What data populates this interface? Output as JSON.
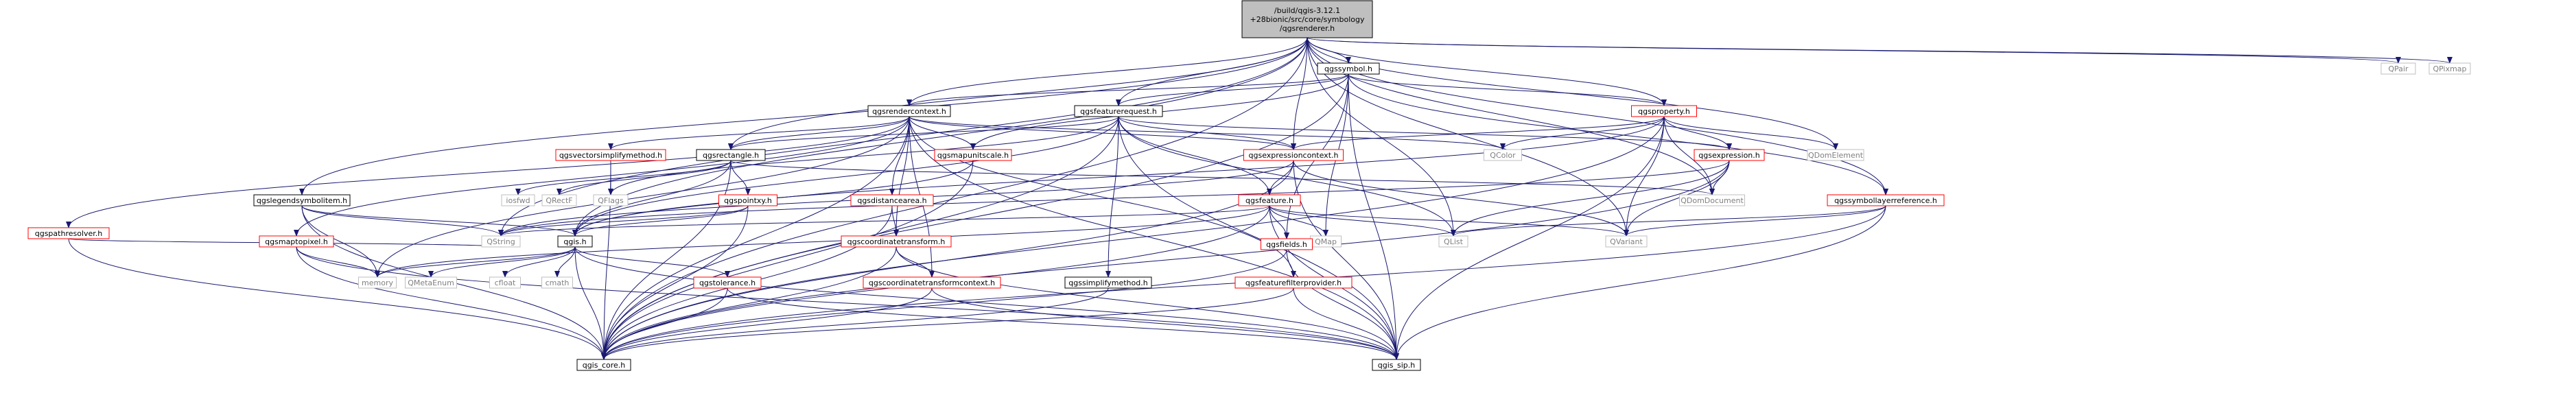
{
  "colors": {
    "edge": "#191970",
    "root_fill": "#bfbfbf",
    "normal_border": "#000000",
    "linked_border": "#ff0000",
    "external_border": "#bfbfbf",
    "external_text": "#808080",
    "text": "#000000"
  },
  "nodes": [
    {
      "id": "root",
      "lines": [
        "/build/qgis-3.12.1",
        "+28bionic/src/core/symbology",
        "/qgsrenderer.h"
      ],
      "kind": "root"
    },
    {
      "id": "qgssymbol",
      "lines": [
        "qgssymbol.h"
      ],
      "kind": "normal"
    },
    {
      "id": "qpair",
      "lines": [
        "QPair"
      ],
      "kind": "external"
    },
    {
      "id": "qpixmap",
      "lines": [
        "QPixmap"
      ],
      "kind": "external"
    },
    {
      "id": "qgsrendercontext",
      "lines": [
        "qgsrendercontext.h"
      ],
      "kind": "normal"
    },
    {
      "id": "qgsfeaturerequest",
      "lines": [
        "qgsfeaturerequest.h"
      ],
      "kind": "normal"
    },
    {
      "id": "qgsproperty",
      "lines": [
        "qgsproperty.h"
      ],
      "kind": "linked"
    },
    {
      "id": "qgsvectorsimplifymethod",
      "lines": [
        "qgsvectorsimplifymethod.h"
      ],
      "kind": "linked"
    },
    {
      "id": "qgsrectangle",
      "lines": [
        "qgsrectangle.h"
      ],
      "kind": "normal"
    },
    {
      "id": "qgsmapunitscale",
      "lines": [
        "qgsmapunitscale.h"
      ],
      "kind": "linked"
    },
    {
      "id": "qgsexpressioncontext",
      "lines": [
        "qgsexpressioncontext.h"
      ],
      "kind": "linked"
    },
    {
      "id": "qcolor",
      "lines": [
        "QColor"
      ],
      "kind": "external"
    },
    {
      "id": "qgsexpression",
      "lines": [
        "qgsexpression.h"
      ],
      "kind": "linked"
    },
    {
      "id": "qdomelement",
      "lines": [
        "QDomElement"
      ],
      "kind": "external"
    },
    {
      "id": "qgslegendsymbolitem",
      "lines": [
        "qgslegendsymbolitem.h"
      ],
      "kind": "normal"
    },
    {
      "id": "qgspathresolver",
      "lines": [
        "qgspathresolver.h"
      ],
      "kind": "linked"
    },
    {
      "id": "iosfwd",
      "lines": [
        "iosfwd"
      ],
      "kind": "external"
    },
    {
      "id": "qrectf",
      "lines": [
        "QRectF"
      ],
      "kind": "external"
    },
    {
      "id": "qflags",
      "lines": [
        "QFlags"
      ],
      "kind": "external"
    },
    {
      "id": "qgspointxy",
      "lines": [
        "qgspointxy.h"
      ],
      "kind": "linked"
    },
    {
      "id": "qgsdistancearea",
      "lines": [
        "qgsdistancearea.h"
      ],
      "kind": "linked"
    },
    {
      "id": "qgsfeature",
      "lines": [
        "qgsfeature.h"
      ],
      "kind": "linked"
    },
    {
      "id": "qdomdocument",
      "lines": [
        "QDomDocument"
      ],
      "kind": "external"
    },
    {
      "id": "qgssymbollayerreference",
      "lines": [
        "qgssymbollayerreference.h"
      ],
      "kind": "linked"
    },
    {
      "id": "qgsmaptopixel",
      "lines": [
        "qgsmaptopixel.h"
      ],
      "kind": "linked"
    },
    {
      "id": "qstring",
      "lines": [
        "QString"
      ],
      "kind": "external"
    },
    {
      "id": "qgis",
      "lines": [
        "qgis.h"
      ],
      "kind": "normal"
    },
    {
      "id": "qgscoordinatetransform",
      "lines": [
        "qgscoordinatetransform.h"
      ],
      "kind": "linked"
    },
    {
      "id": "qmap",
      "lines": [
        "QMap"
      ],
      "kind": "external"
    },
    {
      "id": "qgsfields",
      "lines": [
        "qgsfields.h"
      ],
      "kind": "linked"
    },
    {
      "id": "qlist",
      "lines": [
        "QList"
      ],
      "kind": "external"
    },
    {
      "id": "qvariant",
      "lines": [
        "QVariant"
      ],
      "kind": "external"
    },
    {
      "id": "memory",
      "lines": [
        "memory"
      ],
      "kind": "external"
    },
    {
      "id": "qmetaenum",
      "lines": [
        "QMetaEnum"
      ],
      "kind": "external"
    },
    {
      "id": "cfloat",
      "lines": [
        "cfloat"
      ],
      "kind": "external"
    },
    {
      "id": "cmath",
      "lines": [
        "cmath"
      ],
      "kind": "external"
    },
    {
      "id": "qgstolerance",
      "lines": [
        "qgstolerance.h"
      ],
      "kind": "linked"
    },
    {
      "id": "qgscoordinatetransformcontext",
      "lines": [
        "qgscoordinatetransformcontext.h"
      ],
      "kind": "linked"
    },
    {
      "id": "qgssimplifymethod",
      "lines": [
        "qgssimplifymethod.h"
      ],
      "kind": "normal"
    },
    {
      "id": "qgsfeaturefilterprovider",
      "lines": [
        "qgsfeaturefilterprovider.h"
      ],
      "kind": "linked"
    },
    {
      "id": "qgis_core",
      "lines": [
        "qgis_core.h"
      ],
      "kind": "normal"
    },
    {
      "id": "qgis_sip",
      "lines": [
        "qgis_sip.h"
      ],
      "kind": "normal"
    }
  ],
  "edges": [
    [
      "root",
      "qgssymbol"
    ],
    [
      "root",
      "qpair"
    ],
    [
      "root",
      "qpixmap"
    ],
    [
      "root",
      "qgsrendercontext"
    ],
    [
      "root",
      "qgsfeaturerequest"
    ],
    [
      "root",
      "qgsproperty"
    ],
    [
      "root",
      "qgslegendsymbolitem"
    ],
    [
      "root",
      "qgsrectangle"
    ],
    [
      "root",
      "qdomelement"
    ],
    [
      "root",
      "qgsexpressioncontext"
    ],
    [
      "root",
      "qgssymbollayerreference"
    ],
    [
      "root",
      "qstring"
    ],
    [
      "root",
      "qgis_core"
    ],
    [
      "root",
      "qgis"
    ],
    [
      "root",
      "qvariant"
    ],
    [
      "root",
      "qlist"
    ],
    [
      "root",
      "qdomdocument"
    ],
    [
      "qgssymbol",
      "qgsrendercontext"
    ],
    [
      "qgssymbol",
      "qgsproperty"
    ],
    [
      "qgssymbol",
      "qgsmapunitscale"
    ],
    [
      "qgssymbol",
      "qgsfields"
    ],
    [
      "qgssymbol",
      "qmap"
    ],
    [
      "qgssymbol",
      "qgis_core"
    ],
    [
      "qgssymbol",
      "qgis_sip"
    ],
    [
      "qgssymbol",
      "qgssymbollayerreference"
    ],
    [
      "qgssymbol",
      "qgsfeaturerequest"
    ],
    [
      "qgsrendercontext",
      "qgsvectorsimplifymethod"
    ],
    [
      "qgsrendercontext",
      "qgsrectangle"
    ],
    [
      "qgsrendercontext",
      "qgsmapunitscale"
    ],
    [
      "qgsrendercontext",
      "qgsexpressioncontext"
    ],
    [
      "qgsrendercontext",
      "qcolor"
    ],
    [
      "qgsrendercontext",
      "qgspathresolver"
    ],
    [
      "qgsrendercontext",
      "qgsmaptopixel"
    ],
    [
      "qgsrendercontext",
      "qgsdistancearea"
    ],
    [
      "qgsrendercontext",
      "qgscoordinatetransformcontext"
    ],
    [
      "qgsrendercontext",
      "qgsfeaturefilterprovider"
    ],
    [
      "qgsrendercontext",
      "qgis_core"
    ],
    [
      "qgsrendercontext",
      "qgis_sip"
    ],
    [
      "qgsrendercontext",
      "memory"
    ],
    [
      "qgsrendercontext",
      "qgscoordinatetransform"
    ],
    [
      "qgsfeaturerequest",
      "qgsrectangle"
    ],
    [
      "qgsfeaturerequest",
      "qgsexpression"
    ],
    [
      "qgsfeaturerequest",
      "qgsexpressioncontext"
    ],
    [
      "qgsfeaturerequest",
      "qgsfeature"
    ],
    [
      "qgsfeaturerequest",
      "qgssimplifymethod"
    ],
    [
      "qgsfeaturerequest",
      "qgis_core"
    ],
    [
      "qgsfeaturerequest",
      "qgis_sip"
    ],
    [
      "qgsfeaturerequest",
      "qgis"
    ],
    [
      "qgsfeaturerequest",
      "qflags"
    ],
    [
      "qgsfeaturerequest",
      "qlist"
    ],
    [
      "qgsproperty",
      "qgsexpression"
    ],
    [
      "qgsproperty",
      "qgsexpressioncontext"
    ],
    [
      "qgsproperty",
      "qcolor"
    ],
    [
      "qgsproperty",
      "qdomelement"
    ],
    [
      "qgsproperty",
      "qdomdocument"
    ],
    [
      "qgsproperty",
      "qvariant"
    ],
    [
      "qgsproperty",
      "qgis_core"
    ],
    [
      "qgsproperty",
      "qgis_sip"
    ],
    [
      "qgsproperty",
      "qgis"
    ],
    [
      "qgsvectorsimplifymethod",
      "qflags"
    ],
    [
      "qgsvectorsimplifymethod",
      "qgis_core"
    ],
    [
      "qgsrectangle",
      "iosfwd"
    ],
    [
      "qgsrectangle",
      "qdomdocument"
    ],
    [
      "qgsrectangle",
      "qrectf"
    ],
    [
      "qgsrectangle",
      "qgspointxy"
    ],
    [
      "qgsrectangle",
      "qgis_core"
    ],
    [
      "qgsrectangle",
      "qgis"
    ],
    [
      "qgsmapunitscale",
      "qgis_core"
    ],
    [
      "qgsmapunitscale",
      "qgis"
    ],
    [
      "qgsexpressioncontext",
      "qgsfeature"
    ],
    [
      "qgsexpressioncontext",
      "qgis_core"
    ],
    [
      "qgsexpressioncontext",
      "qgis_sip"
    ],
    [
      "qgsexpressioncontext",
      "qstring"
    ],
    [
      "qgsexpressioncontext",
      "qvariant"
    ],
    [
      "qgsexpression",
      "qgis_core"
    ],
    [
      "qgsexpression",
      "qlist"
    ],
    [
      "qgsexpression",
      "qstring"
    ],
    [
      "qgsexpression",
      "qdomdocument"
    ],
    [
      "qgsexpression",
      "qvariant"
    ],
    [
      "qgslegendsymbolitem",
      "qstring"
    ],
    [
      "qgslegendsymbolitem",
      "memory"
    ],
    [
      "qgslegendsymbolitem",
      "qgis_core"
    ],
    [
      "qgslegendsymbolitem",
      "qgis"
    ],
    [
      "qgspathresolver",
      "qstring"
    ],
    [
      "qgspathresolver",
      "qgis_core"
    ],
    [
      "qgspointxy",
      "qgis_core"
    ],
    [
      "qgspointxy",
      "qgis"
    ],
    [
      "qgspointxy",
      "qstring"
    ],
    [
      "qgsdistancearea",
      "qgis_core"
    ],
    [
      "qgsdistancearea",
      "qgscoordinatetransform"
    ],
    [
      "qgsfeature",
      "qgsfields"
    ],
    [
      "qgsfeature",
      "qmap"
    ],
    [
      "qgsfeature",
      "qlist"
    ],
    [
      "qgsfeature",
      "qvariant"
    ],
    [
      "qgsfeature",
      "qgis_core"
    ],
    [
      "qgsfeature",
      "qgis_sip"
    ],
    [
      "qgsfeature",
      "memory"
    ],
    [
      "qgsfeature",
      "qstring"
    ],
    [
      "qgssymbollayerreference",
      "qgis_core"
    ],
    [
      "qgssymbollayerreference",
      "qgis_sip"
    ],
    [
      "qgssymbollayerreference",
      "qlist"
    ],
    [
      "qgssymbollayerreference",
      "qvariant"
    ],
    [
      "qgsmaptopixel",
      "qgis_core"
    ],
    [
      "qgsmaptopixel",
      "qgis_sip"
    ],
    [
      "qgsmaptopixel",
      "memory"
    ],
    [
      "qgis",
      "qmetaenum"
    ],
    [
      "qgis",
      "cfloat"
    ],
    [
      "qgis",
      "memory"
    ],
    [
      "qgis",
      "cmath"
    ],
    [
      "qgis",
      "qgstolerance"
    ],
    [
      "qgis",
      "qgis_core"
    ],
    [
      "qgis",
      "qgis_sip"
    ],
    [
      "qgscoordinatetransform",
      "qgscoordinatetransformcontext"
    ],
    [
      "qgscoordinatetransform",
      "qgis_core"
    ],
    [
      "qgscoordinatetransform",
      "qgis_sip"
    ],
    [
      "qgsfields",
      "qgis_core"
    ],
    [
      "qgsfields",
      "qgis_sip"
    ],
    [
      "qgstolerance",
      "qgis_core"
    ],
    [
      "qgstolerance",
      "qgis_sip"
    ],
    [
      "qgscoordinatetransformcontext",
      "qgis_core"
    ],
    [
      "qgscoordinatetransformcontext",
      "qgis_sip"
    ],
    [
      "qgssimplifymethod",
      "qgis_core"
    ],
    [
      "qgsfeaturefilterprovider",
      "qgis_core"
    ],
    [
      "qgsfeaturefilterprovider",
      "qgis_sip"
    ]
  ]
}
